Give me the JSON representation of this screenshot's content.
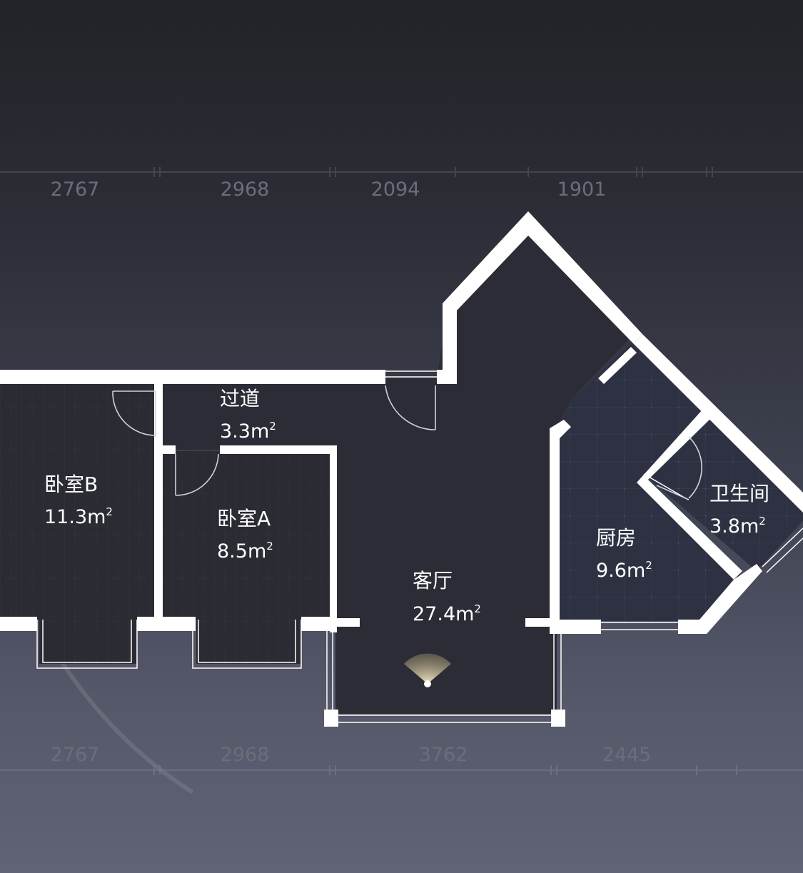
{
  "dimensions": {
    "top": [
      "2767",
      "2968",
      "2094",
      "1901"
    ],
    "bottom": [
      "2767",
      "2968",
      "3762",
      "2445"
    ]
  },
  "rooms": {
    "hallway": {
      "name": "过道",
      "area": "3.3m",
      "unit_sup": "2"
    },
    "bedroom_b": {
      "name": "卧室B",
      "area": "11.3m",
      "unit_sup": "2"
    },
    "bedroom_a": {
      "name": "卧室A",
      "area": "8.5m",
      "unit_sup": "2"
    },
    "living_room": {
      "name": "客厅",
      "area": "27.4m",
      "unit_sup": "2"
    },
    "kitchen": {
      "name": "厨房",
      "area": "9.6m",
      "unit_sup": "2"
    },
    "bathroom": {
      "name": "卫生间",
      "area": "3.8m",
      "unit_sup": "2"
    }
  },
  "colors": {
    "wall": "#ffffff",
    "room_fill": "#2b2c35",
    "tile_fill": "#2e3142",
    "dimension_text": "#6b6e7a",
    "camera_glow": "#d9c9a0"
  }
}
